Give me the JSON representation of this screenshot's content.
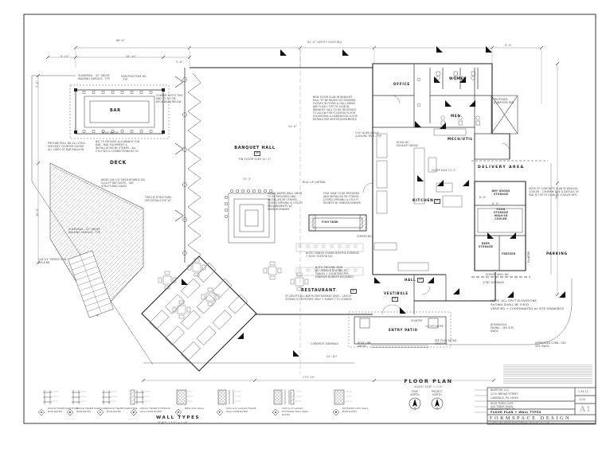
{
  "titles": {
    "floor_plan": "FLOOR PLAN",
    "floor_plan_scale": "SCALE: 3/16\" = 1'-0\"",
    "wall_types": "WALL TYPES",
    "wall_types_scale": "SCALE: 1 1/2\" = 1'-0\"",
    "true_north": "TRUE\nNORTH",
    "project_north": "PROJECT\nNORTH"
  },
  "rooms": {
    "bar": "BAR",
    "deck": "DECK",
    "banquet": "BANQUET HALL",
    "banquet_num": "08",
    "banquet_elev": "FIN FLOOR ELEV 11'-1\"",
    "office": "OFFICE",
    "women": "WOMEN",
    "men": "MEN",
    "mech": "MECH/UTIL",
    "delivery": "DELIVERY AREA",
    "dry_goods": "DRY GOODS\nSTORAGE",
    "cooler": "FOOD\nSTORAGE\nWALK-IN\nCOOLER",
    "beer": "BEER\nSTORAGE",
    "freezer": "FREEZER",
    "kitchen": "KITCHEN",
    "kitchen_num": "05",
    "restaurant": "RESTAURANT",
    "restaurant_num": "01",
    "vestibule": "VESTIBULE",
    "vestibule_num": "02",
    "hall": "HALL",
    "hall_num": "03",
    "patio": "ENTRY PATIO",
    "parking": "PARKING",
    "planter": "PLANTER",
    "planter2": "PLANTER",
    "fish_tank": "FISH TANK"
  },
  "notes": [
    "GUARDRAIL - 42\" ABOVE WALKING SURFACE - TYP.",
    "SUBSTRUCTURE NIC - TYP.",
    "CORNER POSTS THIS END TO SIT ON DECK BEAM BELOW",
    "ROOF ABOVE",
    "PROVIDE ROLL DN ALL-STEEL SECURITY COUNTER DOORS ALL SIDES OF BAR PAVILION",
    "N/C TO PROVIDE ALLOWANCE FOR BAR - BAR EQUIPMENT & INSTALLATION BY OTHERS - ALL UTILITIES & CONNECTIONS BY GC",
    "WEAR 1x6 1/2\" DECK BOARDS ON 2x10 PT WD JOISTS - SEE STRUCTURAL DWGS",
    "TRELLIS STRUCTURE - SEE DETAILS SHT A7",
    "GUARDRAIL - 42\" ABOVE WALKING SURFACE - TYP.",
    "1x6 1/2\" PERFECTION DECK BD",
    "NEW FLOOR SLAB IN BANQUET HALL TO BE RAISED SO FINISHED FLOORS IN FOYER & HALL AREAS ARE FLUSH. TOP OF SLAB IN BANQUET HALL TO BE RECESSED TO ALLOW FOR FLOATING FLOOR ELEVATIONS & HARDWOOD FLOOR DETAILS PER MFR REQUIREMENTS",
    "2'x2' ALUM ANGLE CLOSURE TRIM - TYP",
    "GLASS WATER WALL UNITS TO BE PROVIDED AND INSTALLED BY OTHERS - COORD OPENING & UTILITY REQUIREMENTS W/ VENDOR/OWNER",
    "FISH TANK TO BE PROVIDED AND INSTALLED BY OTHERS - COORD OPENING & UTILITY REQMTS W/ VENDOR/OWNER",
    "ROLL UP CURTAIN",
    "NOTE: TABLES CHAIRS BOOTHS SCREENS + HOST STATION NIC",
    "NOTE: PROVIDE SEMI ACCESSIBLE SEATING AT TABLES + COUNTERS PER MINIMUM NUMBER REQUIRED",
    "NOTE: ALL SPOT ELEVATIONS\nSHOWN SHALL BE FIELD\nVERIFIED + COORDINATED w/ SITE DRAWINGS",
    "BITUMINOUS PAVING - SEE SITE DWGS",
    "EDGE OF CONCRETE SLAB @ WALK-IN COOLER - CONFIRM SIZE & DETAILS OF PAD @ TOP OF SLAB W/ COOLER MFR",
    "PROPOSED DUMPSTER PAD",
    "CONCRETE SIDEWALK",
    "SEE PLAN DETAIL SHEET A2",
    "ROOF LINE ABOVE",
    "SCREEN WALL NIC",
    "CONC SIDEWALK",
    "HOOD W/ EXHAUST ABOVE",
    "FLOOR ELEV 11'-1\"",
    "(F) DELETE ALL BAR IN RESTAURANT ONLY - LAYOUT SHOWN IS PROPOSED ONLY + SUBJECT TO CHANGE",
    "1/4\"/FT SLOPE",
    "SCREEN NIC",
    "DEPRESSED CURB - SEE SITE DWGS"
  ],
  "dims": [
    "92'-0\" VERIFY EXISTING",
    "66'-0\"",
    "9'-10\"",
    "26'-10\"",
    "3'-6\"",
    "54'-0\"",
    "31'-2\"",
    "7'-6\"",
    "24'-10\"",
    "175'-10\"",
    "8'-0\"",
    "6'-0\"",
    "16'-0\"",
    "9'-0\"",
    "30'-0\""
  ],
  "wall_types": [
    {
      "letter": "A",
      "label": "WOOD FRAME PARTITION NON-RATED"
    },
    {
      "letter": "B",
      "label": "WOOD FRAME PARTITION NON-RATED"
    },
    {
      "letter": "C",
      "label": "WOOD FRAME PARTITION NON-RATED"
    },
    {
      "letter": "D",
      "label": "WOOD FRAME EXTERIOR WALL NON-RATED"
    },
    {
      "letter": "E",
      "label": "NEW CMU WALL"
    },
    {
      "letter": "F",
      "label": "CMU & LT GAUGE FRAME WALL NON-RATED"
    },
    {
      "letter": "G",
      "label": "CMU & LT GAUGE EXTERIOR WALL NON-RATED"
    },
    {
      "letter": "H",
      "label": "EXTERIOR CMU WALL NON-RATED"
    }
  ],
  "titleblock": {
    "client_line1": "BLEKTON, LLC",
    "client_line2": "22 N. BROAD STREET",
    "client_line3": "LANSDALE, PA 19446",
    "project_line1": "HIGH TIDES CAFE",
    "project_line2": "420 TYBEE ROAD",
    "project_line3": "BERKELEY TWP, PA",
    "drawing_title": "FLOOR PLAN + WALL TYPES",
    "firm": "FORMSPACE DESIGN",
    "firm_address": "31 WEST 3RD STREET   BETHLEHEM   PA 18015   610.332.2100",
    "date": "1-24-12",
    "job_number": "1213",
    "sheet_number": "A1"
  }
}
